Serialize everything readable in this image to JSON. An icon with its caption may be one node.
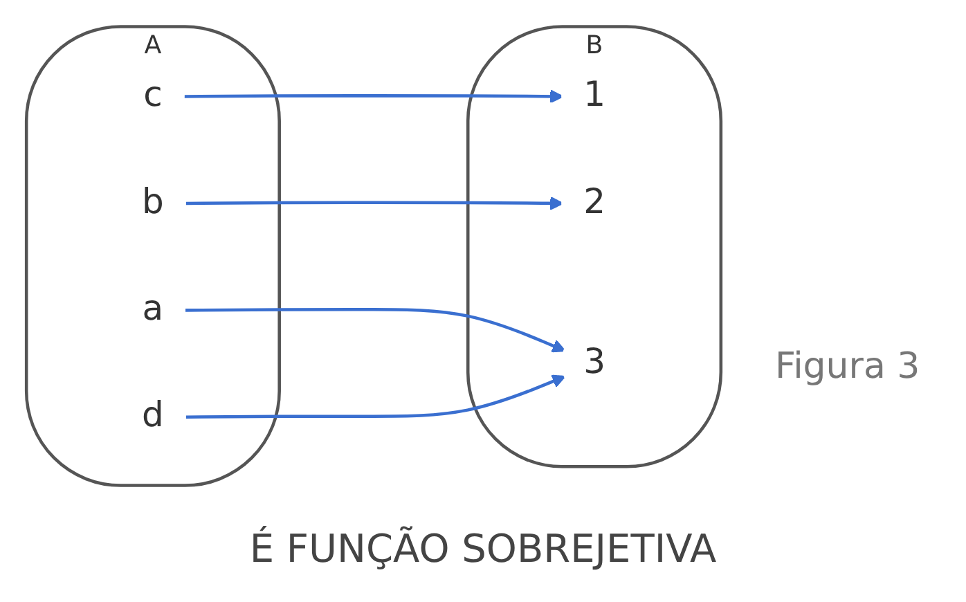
{
  "diagram": {
    "caption": "É FUNÇÃO SOBREJETIVA",
    "nodes": [
      {
        "text": [
          "A"
        ]
      },
      {
        "text": [
          "a"
        ],
        "in": 0
      },
      {
        "text": [
          "b"
        ],
        "in": 0
      },
      {
        "text": [
          "c"
        ],
        "in": 0
      },
      {
        "text": [
          "d"
        ],
        "in": 0
      },
      {
        "text": [
          "B"
        ]
      },
      {
        "text": [
          "1"
        ],
        "in": 5
      },
      {
        "text": [
          "2"
        ],
        "in": 5
      },
      {
        "text": [
          "3"
        ],
        "in": 5
      }
    ],
    "edges": [
      {
        "from": 1,
        "to": 8,
        "arrow": "to"
      },
      {
        "from": 2,
        "to": 7,
        "arrow": "to"
      },
      {
        "from": 3,
        "to": 6,
        "arrow": "to"
      },
      {
        "from": 4,
        "to": 8,
        "arrow": "to"
      }
    ],
    "labels": [
      "Figura 3"
    ]
  }
}
